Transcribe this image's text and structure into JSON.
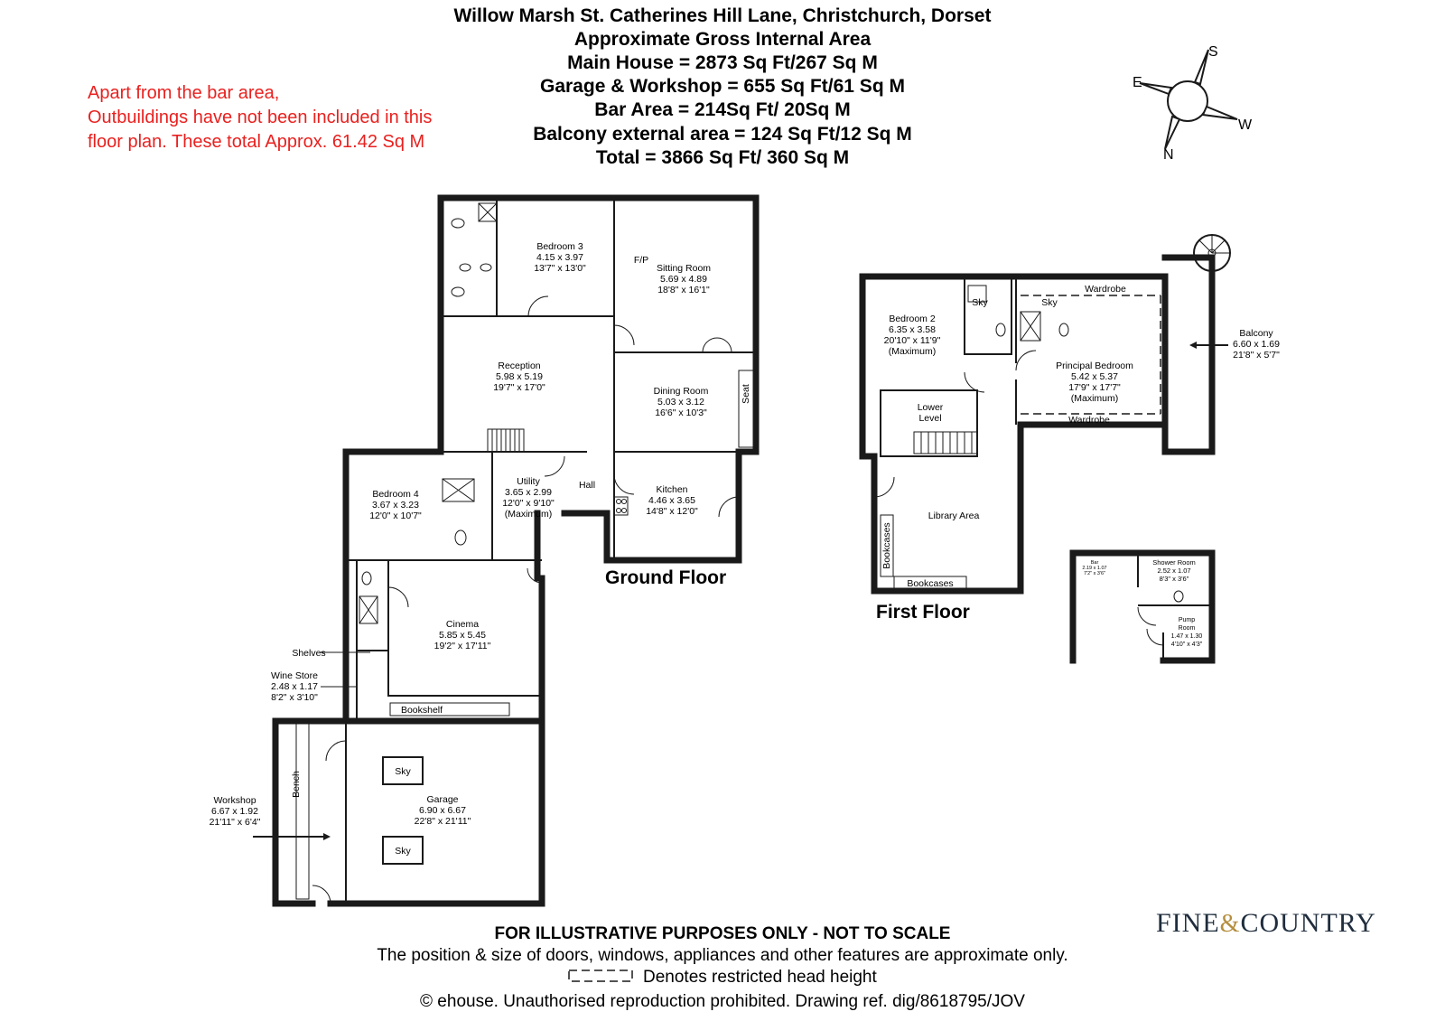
{
  "header": {
    "address": "Willow Marsh St. Catherines Hill Lane, Christchurch, Dorset",
    "subtitle": "Approximate Gross Internal Area",
    "main_house": "Main House = 2873 Sq Ft/267 Sq M",
    "garage_workshop": "Garage & Workshop = 655 Sq Ft/61 Sq M",
    "bar_area": "Bar Area = 214Sq Ft/ 20Sq M",
    "balcony": "Balcony external area = 124 Sq Ft/12 Sq M",
    "total": "Total = 3866 Sq Ft/ 360 Sq M"
  },
  "note": {
    "line1": "Apart from the bar area,",
    "line2": "Outbuildings have not been included in this",
    "line3": "floor plan. These total Approx. 61.42 Sq M"
  },
  "compass": {
    "s": "S",
    "w": "W",
    "n": "N",
    "e": "E"
  },
  "floor_labels": {
    "ground": "Ground Floor",
    "first": "First Floor"
  },
  "rooms": {
    "bedroom3": {
      "name": "Bedroom 3",
      "metric": "4.15 x 3.97",
      "imperial": "13'7\" x 13'0\""
    },
    "sitting": {
      "name": "Sitting Room",
      "metric": "5.69 x 4.89",
      "imperial": "18'8\" x 16'1\""
    },
    "fp": "F/P",
    "reception": {
      "name": "Reception",
      "metric": "5.98 x 5.19",
      "imperial": "19'7\" x 17'0\""
    },
    "dining": {
      "name": "Dining Room",
      "metric": "5.03 x 3.12",
      "imperial": "16'6\" x 10'3\""
    },
    "seat": "Seat",
    "bedroom4": {
      "name": "Bedroom 4",
      "metric": "3.67 x 3.23",
      "imperial": "12'0\" x 10'7\""
    },
    "utility": {
      "name": "Utility",
      "metric": "3.65 x 2.99",
      "imperial": "12'0\" x 9'10\"",
      "note": "(Maximum)"
    },
    "hall": "Hall",
    "kitchen": {
      "name": "Kitchen",
      "metric": "4.46 x 3.65",
      "imperial": "14'8\" x 12'0\""
    },
    "cinema": {
      "name": "Cinema",
      "metric": "5.85 x 5.45",
      "imperial": "19'2\" x 17'11\""
    },
    "shelves": "Shelves",
    "wine": {
      "name": "Wine Store",
      "metric": "2.48 x 1.17",
      "imperial": "8'2\" x 3'10\""
    },
    "bookshelf": "Bookshelf",
    "workshop": {
      "name": "Workshop",
      "metric": "6.67 x 1.92",
      "imperial": "21'11\" x 6'4\""
    },
    "bench": "Bench",
    "garage": {
      "name": "Garage",
      "metric": "6.90 x 6.67",
      "imperial": "22'8\" x 21'11\""
    },
    "sky": "Sky",
    "bedroom2": {
      "name": "Bedroom 2",
      "metric": "6.35 x 3.58",
      "imperial": "20'10\" x 11'9\"",
      "note": "(Maximum)"
    },
    "wardrobe": "Wardrobe",
    "principal": {
      "name": "Principal Bedroom",
      "metric": "5.42 x 5.37",
      "imperial": "17'9\" x 17'7\"",
      "note": "(Maximum)"
    },
    "balcony": {
      "name": "Balcony",
      "metric": "6.60 x 1.69",
      "imperial": "21'8\" x 5'7\""
    },
    "lower_level": {
      "line1": "Lower",
      "line2": "Level"
    },
    "library": "Library Area",
    "bookcases": "Bookcases",
    "bar": {
      "name": "Bar",
      "metric": "2.19 x 1.07",
      "imperial": "7'2\" x 3'6\""
    },
    "shower": {
      "name": "Shower Room",
      "metric": "2.52 x 1.07",
      "imperial": "8'3\" x 3'6\""
    },
    "pump": {
      "line1": "Pump",
      "line2": "Room",
      "metric": "1.47 x 1.30",
      "imperial": "4'10\" x 4'3\""
    }
  },
  "footer": {
    "line1": "FOR ILLUSTRATIVE PURPOSES ONLY - NOT TO SCALE",
    "line2": "The position & size of doors, windows, appliances and other features are approximate only.",
    "line3": "Denotes restricted head height",
    "line4": "© ehouse. Unauthorised reproduction prohibited. Drawing ref. dig/8618795/JOV"
  },
  "logo": {
    "part1": "FINE",
    "amp": "&",
    "part2": "COUNTRY"
  },
  "colors": {
    "note": "#e8211f",
    "wall": "#1a1a1a",
    "logo": "#1f2d3d",
    "logo_accent": "#b58d3d"
  }
}
